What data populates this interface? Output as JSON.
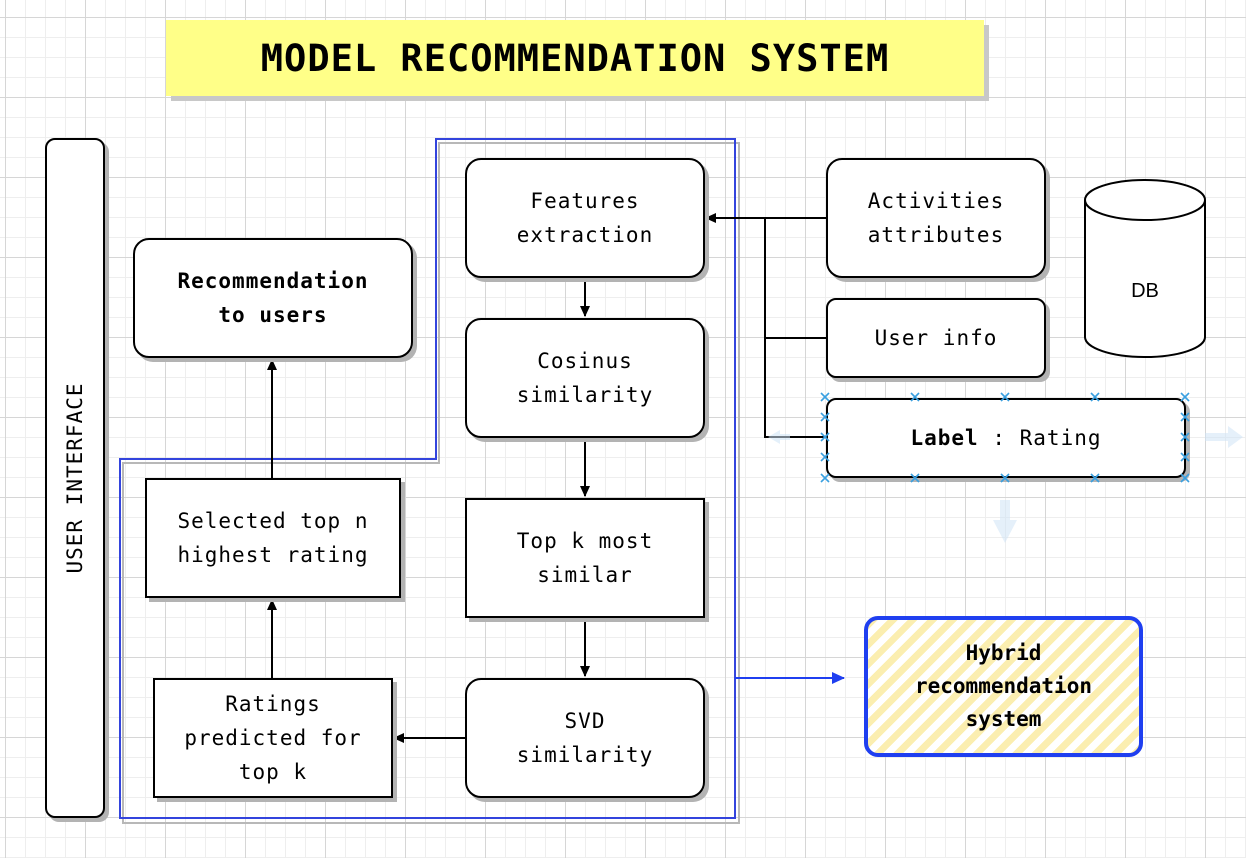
{
  "title": "MODEL RECOMMENDATION SYSTEM",
  "user_interface": "USER INTERFACE",
  "nodes": {
    "features_extraction": "Features\nextraction",
    "cosinus_similarity": "Cosinus\nsimilarity",
    "top_k_most_similar": "Top k most\nsimilar",
    "svd_similarity": "SVD\nsimilarity",
    "ratings_predicted": "Ratings\npredicted for\ntop k",
    "selected_top_n": "Selected top n\nhighest rating",
    "recommendation_to_users": "Recommendation\nto users",
    "activities_attributes": "Activities\nattributes",
    "user_info": "User info",
    "label_key": "Label",
    "label_separator": " : ",
    "label_value": "Rating",
    "db": "DB",
    "hybrid": "Hybrid\nrecommendation\nsystem"
  },
  "colors": {
    "title_fill": "#ffff88",
    "group_border": "#3344dd",
    "hybrid_border": "#1f3ff0",
    "hybrid_hatch": "#fbeeb0",
    "selection_handle": "#3aa0e0"
  }
}
